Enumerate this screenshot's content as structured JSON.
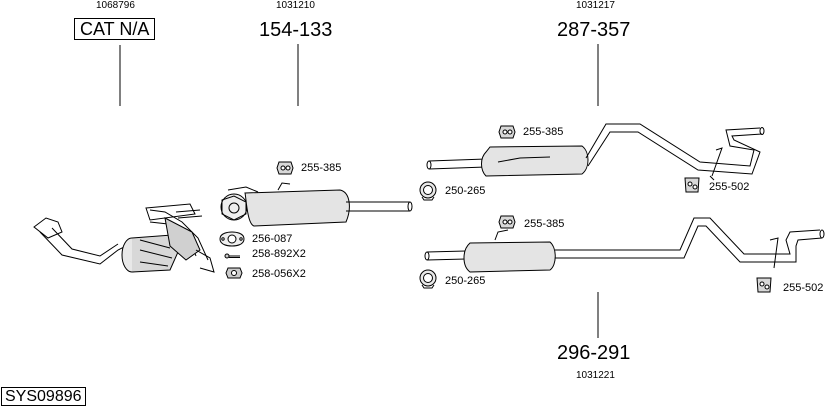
{
  "system_code": "SYS09896",
  "catalyst": {
    "ref": "1068796",
    "label": "CAT N/A"
  },
  "front_pipe": {
    "ref": "1031210",
    "part": "154-133"
  },
  "rear_upper": {
    "ref": "1031217",
    "part": "287-357"
  },
  "rear_lower": {
    "ref": "1031221",
    "part": "296-291"
  },
  "fittings": {
    "hanger_front": "255-385",
    "hanger_rear_upper": "255-385",
    "hanger_rear_lower": "255-385",
    "clamp_upper": "250-265",
    "clamp_lower": "250-265",
    "tail_mount_upper": "255-502",
    "tail_mount_lower": "255-502",
    "gasket": "256-087",
    "bolt": "258-892X2",
    "nut": "258-056X2"
  }
}
